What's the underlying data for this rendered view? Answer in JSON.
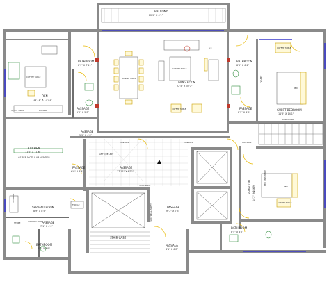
{
  "rooms": {
    "balcony": {
      "name": "BALCONY",
      "size": "22'5\" X 4'1\""
    },
    "living": {
      "name": "LIVING ROOM",
      "size": "22'5\" X 30'7\""
    },
    "dining": {
      "name": "DINING TABLE"
    },
    "den": {
      "name": "DEN",
      "size": "11'11\" X 13'11\""
    },
    "bath_left": {
      "name": "BATHROOM",
      "size": "8'9\" X 7'11\""
    },
    "passage_left": {
      "name": "PASSAGE",
      "size": "5'9\" X 5'0\""
    },
    "study_table": {
      "name": "STUDY TABLE"
    },
    "lounge": {
      "name": "LOUNGE"
    },
    "kitchen": {
      "name": "KITCHEN",
      "size": "11'2\" X 11'6\"",
      "note": "AS PER MODULAR VENDER"
    },
    "passage_mid": {
      "name": "PASSAGE",
      "size": "5'5\" X 4'6\""
    },
    "passage_k": {
      "name": "PASSAGE",
      "size": "6'9\" X 4'4\""
    },
    "antique_unit": {
      "name": "ANTIQUE UNIT"
    },
    "console_1": {
      "name": "CONSOLE"
    },
    "console_2": {
      "name": "CONSOLE"
    },
    "console_3": {
      "name": "CONSOLE"
    },
    "foyer": {
      "name": "PASSAGE",
      "size": "17'11\" X 6'11\""
    },
    "shoe_rack": {
      "name": "SHOE RACK"
    },
    "electrical_shaft": {
      "name": "ELECTRICAL SHAFT"
    },
    "passage_lift": {
      "name": "PASSAGE",
      "size": "26'2\" X 7'5\""
    },
    "servant": {
      "name": "SERVANT ROOM",
      "size": "8'9\" X 8'5\""
    },
    "storage": {
      "name": "STORAGE"
    },
    "fridge": {
      "name": "FRIDGE"
    },
    "store": {
      "name": "STORE"
    },
    "washing": {
      "name": "WASHING AREA"
    },
    "passage_s": {
      "name": "PASSAGE",
      "size": "7'1\" X 4'4\""
    },
    "bath_servant": {
      "name": "BATHROOM",
      "size": "4'7\" X 4'9\""
    },
    "staircase": {
      "name": "STAIR CASE"
    },
    "passage_bottom": {
      "name": "PASSAGE",
      "size": "4'1\" X 6'8\""
    },
    "bath_bottom": {
      "name": "BATHROOM",
      "size": "8'5\" X 4'7\""
    },
    "bedroom": {
      "name": "BEDROOM",
      "size": "14'2\" X 12'0\""
    },
    "guest_bedroom": {
      "name": "GUEST BEDROOM",
      "size": "11'5\" X 14'1\""
    },
    "bath_right": {
      "name": "BATHROOM",
      "size": "8'5\" X 6'4\""
    },
    "passage_right": {
      "name": "PASSAGE",
      "size": "8'5\" X 4'5\""
    },
    "wardrobe": {
      "name": "WARDROBE"
    }
  },
  "furniture": {
    "coffee_table": "COFFEE TABLE",
    "coffee_table_2": "COFFEE TABLE",
    "coffee_table_3": "COFFEE TABLE",
    "coffee_table_4": "COFFEE TABLE",
    "coffee_table_5": "COFFEE TABLE",
    "side_table": "S.T.",
    "bed_label": "BED",
    "bed_label_2": "BED",
    "tv_unit": "TV UNIT",
    "tv_unit_2": "TV UNIT",
    "bed_unit": "BED UNIT/TABLE"
  },
  "colors": {
    "wall": "#8a8a8a",
    "door": "#e8b800",
    "window": "#3a3acc",
    "fixture": "#2e8b3a",
    "column": "#c0392b"
  }
}
